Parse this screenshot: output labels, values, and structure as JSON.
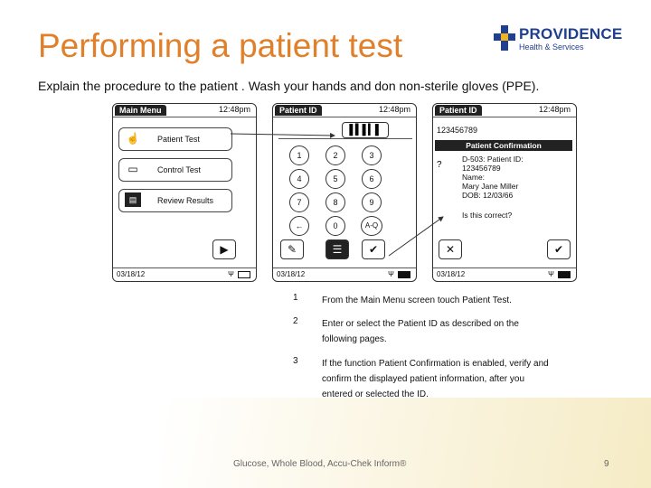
{
  "slide": {
    "title": "Performing a patient test",
    "subtitle": "Explain the procedure to the patient .  Wash your hands and don non-sterile gloves (PPE).",
    "footer": "Glucose, Whole Blood, Accu-Chek Inform®",
    "page_number": "9",
    "title_color": "#e0802a"
  },
  "logo": {
    "name": "PROVIDENCE",
    "sub": "Health & Services",
    "brand_color": "#1f3f8f",
    "accent_color": "#f0b323"
  },
  "screens": {
    "main_menu": {
      "tab": "Main Menu",
      "time": "12:48pm",
      "date": "03/18/12",
      "items": [
        {
          "label": "Patient Test",
          "icon": "patient-icon"
        },
        {
          "label": "Control Test",
          "icon": "control-icon"
        },
        {
          "label": "Review Results",
          "icon": "results-icon"
        }
      ],
      "next_icon": "play-icon"
    },
    "patient_id": {
      "tab": "Patient ID",
      "time": "12:48pm",
      "date": "03/18/12",
      "barcode_icon": "barcode-icon",
      "keys": [
        "1",
        "2",
        "3",
        "4",
        "5",
        "6",
        "7",
        "8",
        "9",
        "←",
        "0",
        "A-Q"
      ],
      "bottom_icons": [
        "clipboard-icon",
        "list-icon",
        "check-icon"
      ]
    },
    "confirmation": {
      "tab": "Patient ID",
      "time": "12:48pm",
      "date": "03/18/12",
      "id_number": "123456789",
      "bar_title": "Patient Confirmation",
      "lines": [
        "D-503: Patient ID:",
        "123456789",
        "Name:",
        "Mary Jane Miller",
        "DOB: 12/03/66"
      ],
      "question": "Is this correct?",
      "bottom_icons": [
        "cancel-icon",
        "check-icon"
      ]
    }
  },
  "steps": [
    {
      "num": "1",
      "text": "From the Main Menu screen touch Patient Test."
    },
    {
      "num": "2",
      "text": "Enter or select the Patient ID as described on the following pages."
    },
    {
      "num": "3",
      "text": "If the function Patient Confirmation is enabled, verify and confirm the displayed patient information, after you entered or selected the ID."
    }
  ]
}
